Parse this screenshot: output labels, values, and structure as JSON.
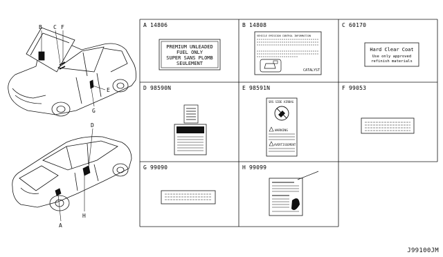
{
  "diagram_code": "J99100JM",
  "vehicle_callouts": {
    "front_view": [
      "B",
      "C",
      "F",
      "E",
      "G"
    ],
    "rear_view": [
      "D",
      "H",
      "A"
    ]
  },
  "cells": [
    {
      "letter": "A",
      "part": "14806",
      "caption": "A 14806",
      "label_lines": [
        "PREMIUM  UNLEADED",
        "FUEL  ONLY",
        "SUPER  SANS  PLOMB",
        "SEULEMENT"
      ]
    },
    {
      "letter": "B",
      "part": "14808",
      "caption": "B 14808",
      "header": "VEHICLE EMISSION CONTROL INFORMATION",
      "footer": "CATALYST"
    },
    {
      "letter": "C",
      "part": "60170",
      "caption": "C 60170",
      "label_lines": [
        "Hard  Clear  Coat",
        "Use  only  approved",
        "refinish  materials"
      ]
    },
    {
      "letter": "D",
      "part": "98590N",
      "caption": "D 98590N"
    },
    {
      "letter": "E",
      "part": "98591N",
      "caption": "E 98591N",
      "header": "SRS SIDE AIRBAG",
      "warning": "WARNING",
      "avert": "AVERTISSEMENT"
    },
    {
      "letter": "F",
      "part": "99053",
      "caption": "F 99053"
    },
    {
      "letter": "G",
      "part": "99090",
      "caption": "G 99090"
    },
    {
      "letter": "H",
      "part": "99099",
      "caption": "H 99099"
    }
  ]
}
